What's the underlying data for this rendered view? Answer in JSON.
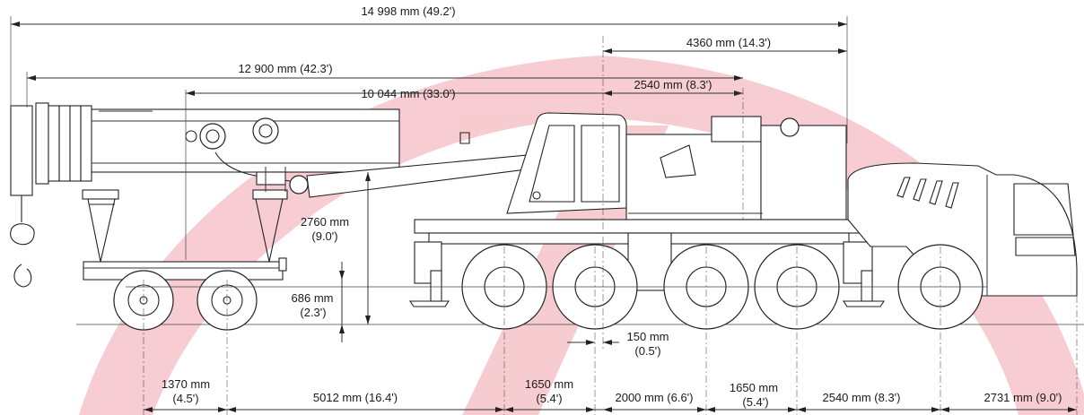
{
  "colors": {
    "watermark": "#f6c7cd",
    "ink": "#222222"
  },
  "dimensions": {
    "overall_length": "14 998 mm (49.2')",
    "front_overhang": "4360 mm (14.3')",
    "boom_length": "12 900 mm (42.3')",
    "boom_base": "10 044 mm (33.0')",
    "rotation_to_front": "2540 mm (8.3')",
    "dolly_height_mm": "2760 mm",
    "dolly_height_ft": "(9.0')",
    "ground_clearance_mm": "686 mm",
    "ground_clearance_ft": "(2.3')",
    "offset_mm": "150 mm",
    "offset_ft": "(0.5')",
    "dolly_axle_mm": "1370 mm",
    "dolly_axle_ft": "(4.5')",
    "dolly_to_carrier": "5012 mm (16.4')",
    "axle_spacing_1_mm": "1650 mm",
    "axle_spacing_1_ft": "(5.4')",
    "axle_spacing_2": "2000 mm (6.6')",
    "axle_spacing_3_mm": "1650 mm",
    "axle_spacing_3_ft": "(5.4')",
    "axle_spacing_4": "2540 mm (8.3')",
    "front_to_axle": "2731 mm (9.0')"
  }
}
